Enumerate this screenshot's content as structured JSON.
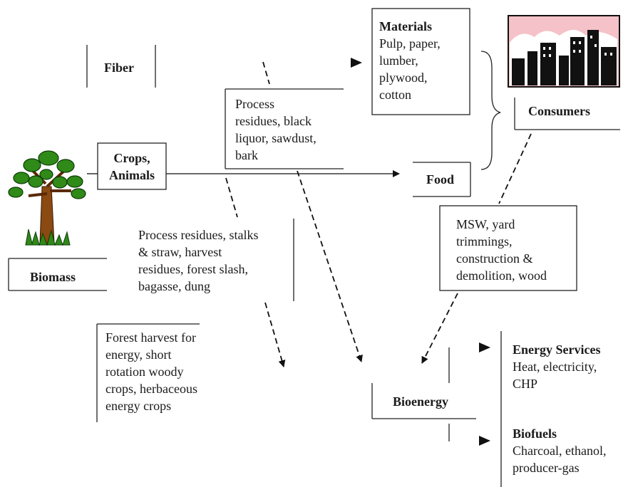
{
  "nodes": {
    "biomass": {
      "label": "Biomass"
    },
    "fiber": {
      "label": "Fiber"
    },
    "crops": {
      "line1": "Crops,",
      "line2": "Animals"
    },
    "materials": {
      "title": "Materials",
      "lines": [
        "Pulp, paper,",
        "lumber,",
        "plywood,",
        "cotton"
      ]
    },
    "consumers": {
      "label": "Consumers"
    },
    "food": {
      "label": "Food"
    },
    "process_residues_top": {
      "lines": [
        "Process",
        "residues, black",
        "liquor, sawdust,",
        "bark"
      ]
    },
    "process_residues_mid": {
      "lines": [
        "Process residues, stalks",
        "& straw, harvest",
        "residues, forest slash,",
        "bagasse, dung"
      ]
    },
    "forest_harvest": {
      "lines": [
        "Forest harvest for",
        "energy, short",
        "rotation woody",
        "crops, herbaceous",
        "energy crops"
      ]
    },
    "msw": {
      "lines": [
        "MSW, yard",
        "trimmings,",
        "construction &",
        "demolition, wood"
      ]
    },
    "bioenergy": {
      "label": "Bioenergy"
    },
    "energy_services": {
      "title": "Energy Services",
      "lines": [
        "Heat, electricity,",
        "CHP"
      ]
    },
    "biofuels": {
      "title": "Biofuels",
      "lines": [
        "Charcoal, ethanol,",
        "producer-gas"
      ]
    }
  }
}
